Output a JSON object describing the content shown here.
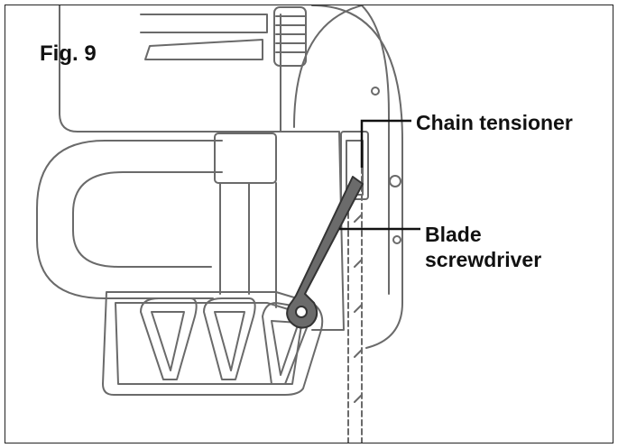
{
  "figure": {
    "label": "Fig. 9"
  },
  "callouts": {
    "chain_tensioner": "Chain tensioner",
    "blade_screwdriver_line1": "Blade",
    "blade_screwdriver_line2": "screwdriver"
  },
  "colors": {
    "line": "#555555",
    "tool_fill": "#6b6b6b",
    "border": "#222222"
  }
}
